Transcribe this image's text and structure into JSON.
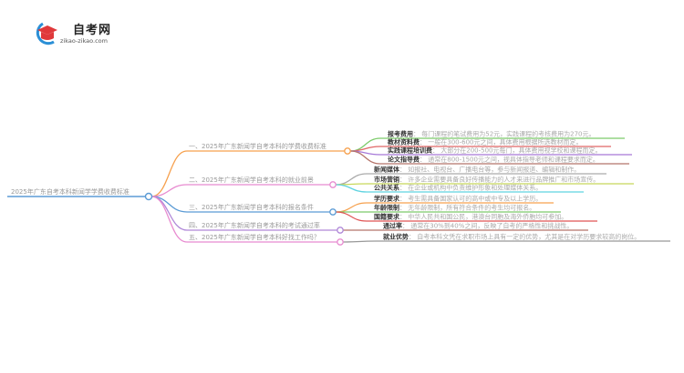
{
  "logo": {
    "title": "自考网",
    "url": "zikao-zikao.com",
    "colors": {
      "ring": "#2b8fd6",
      "cap": "#e0393b"
    }
  },
  "root": {
    "label": "2025年广东自考本科新闻学学费收费标准",
    "color": "#5b9bd5"
  },
  "branches": [
    {
      "label": "一、2025年广东新闻学自考本科的学费收费标准",
      "color": "#f6a04d",
      "leaves": [
        {
          "key": "报考费用",
          "value": "每门课程的笔试费用为52元，实践课程的考核费用为270元。",
          "color": "#7ccb6a"
        },
        {
          "key": "教材资料费",
          "value": "一般在300-600元之间，具体费用根据所选教材而定。",
          "color": "#e06666"
        },
        {
          "key": "实践课程培训费",
          "value": "大部分在200-500元每门，具体费用视学校和课程而定。",
          "color": "#a678d8"
        },
        {
          "key": "论文指导费",
          "value": "通常在800-1500元之间，视具体指导老师和课程要求而定。",
          "color": "#b5746a"
        }
      ]
    },
    {
      "label": "二、2025年广东新闻学自考本科的就业前景",
      "color": "#e88bd0",
      "leaves": [
        {
          "key": "新闻媒体",
          "value": "如报社、电视台、广播电台等，参与新闻报道、编辑和制作。",
          "color": "#aaaaaa"
        },
        {
          "key": "市场营销",
          "value": "许多企业需要具备良好传播能力的人才来进行品牌推广和市场宣传。",
          "color": "#c8d85a"
        },
        {
          "key": "公共关系",
          "value": "在企业或机构中负责维护形象和处理媒体关系。",
          "color": "#5fd3e0"
        }
      ]
    },
    {
      "label": "三、2025年广东新闻学自考本科的报名条件",
      "color": "#5b9bd5",
      "leaves": [
        {
          "key": "学历要求",
          "value": "考生需具备国家认可的高中或中专及以上学历。",
          "color": "#f6a04d"
        },
        {
          "key": "年龄限制",
          "value": "无年龄限制，所有符合条件的考生均可报名。",
          "color": "#7ccb6a"
        },
        {
          "key": "国籍要求",
          "value": "中华人民共和国公民，港澳台同胞及海外侨胞均可参加。",
          "color": "#e05555"
        }
      ]
    },
    {
      "label": "四、2025年广东新闻学自考本科的考试通过率",
      "color": "#b088d8",
      "leaves": [
        {
          "key": "通过率",
          "value": "通常在30%到40%之间，反映了自考的严格性和挑战性。",
          "color": "#b5746a"
        }
      ]
    },
    {
      "label": "五、2025年广东新闻学自考本科好找工作吗？",
      "color": "#e88bd0",
      "leaves": [
        {
          "key": "就业优势",
          "value": "自考本科文凭在求职市场上具有一定的优势，尤其是在对学历要求较高的岗位。",
          "color": "#999999"
        }
      ]
    }
  ]
}
